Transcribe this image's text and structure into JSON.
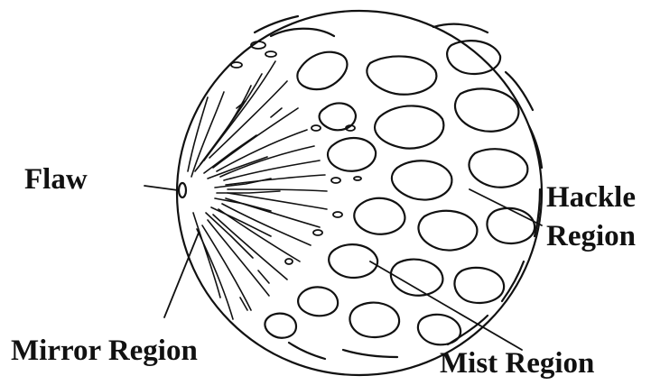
{
  "labels": {
    "flaw": "Flaw",
    "hackle_line1": "Hackle",
    "hackle_line2": "Region",
    "mirror": "Mirror Region",
    "mist": "Mist Region"
  },
  "colors": {
    "ink": "#111111",
    "background": "#ffffff"
  }
}
